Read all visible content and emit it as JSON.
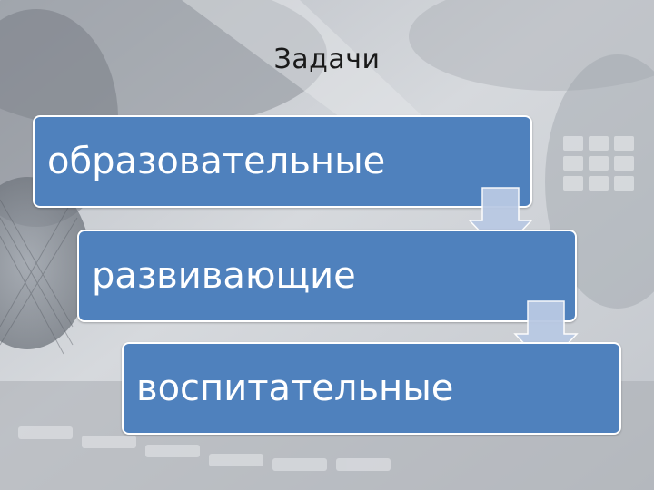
{
  "slide": {
    "title": "Задачи",
    "items": [
      {
        "label": "образовательные"
      },
      {
        "label": "развивающие"
      },
      {
        "label": "воспитательные"
      }
    ]
  },
  "colors": {
    "box_fill": "#4f81bd",
    "box_border": "#ffffff",
    "arrow_fill": "#b9c9e3",
    "background": "#c9ccd1"
  },
  "icons": [
    "down-arrow-icon",
    "down-arrow-icon"
  ]
}
